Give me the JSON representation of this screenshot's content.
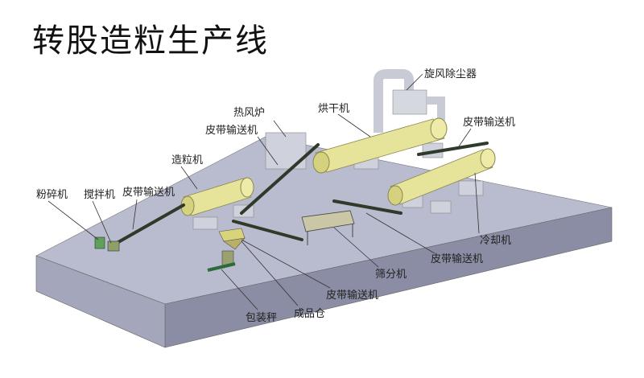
{
  "title": "转股造粒生产线",
  "labels": {
    "cyclone": "旋风除尘器",
    "hot_air_furnace": "热风炉",
    "belt_conveyor_furnace": "皮带输送机",
    "dryer": "烘干机",
    "belt_conveyor_right": "皮带输送机",
    "granulator": "造粒机",
    "crusher": "粉碎机",
    "mixer": "搅拌机",
    "belt_conveyor_left": "皮带输送机",
    "cooler": "冷却机",
    "screener": "筛分机",
    "belt_conveyor_cooler": "皮带输送机",
    "belt_conveyor_product": "皮带输送机",
    "packing_scale": "包装秤",
    "product_bin": "成品仓"
  },
  "colors": {
    "platform_top": "#b9bccf",
    "platform_front": "#8a8da3",
    "machine": "#e6e39a",
    "belt": "#2f3a2a"
  }
}
